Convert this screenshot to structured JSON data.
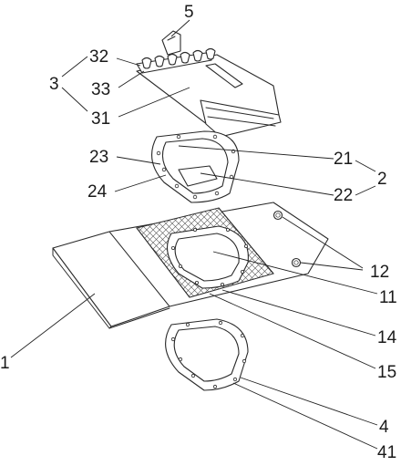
{
  "labels": {
    "n5": "5",
    "n32": "32",
    "n3": "3",
    "n33": "33",
    "n31": "31",
    "n23": "23",
    "n21": "21",
    "n2": "2",
    "n24": "24",
    "n22": "22",
    "n12": "12",
    "n11": "11",
    "n14": "14",
    "n1": "1",
    "n15": "15",
    "n4": "4",
    "n41": "41"
  }
}
